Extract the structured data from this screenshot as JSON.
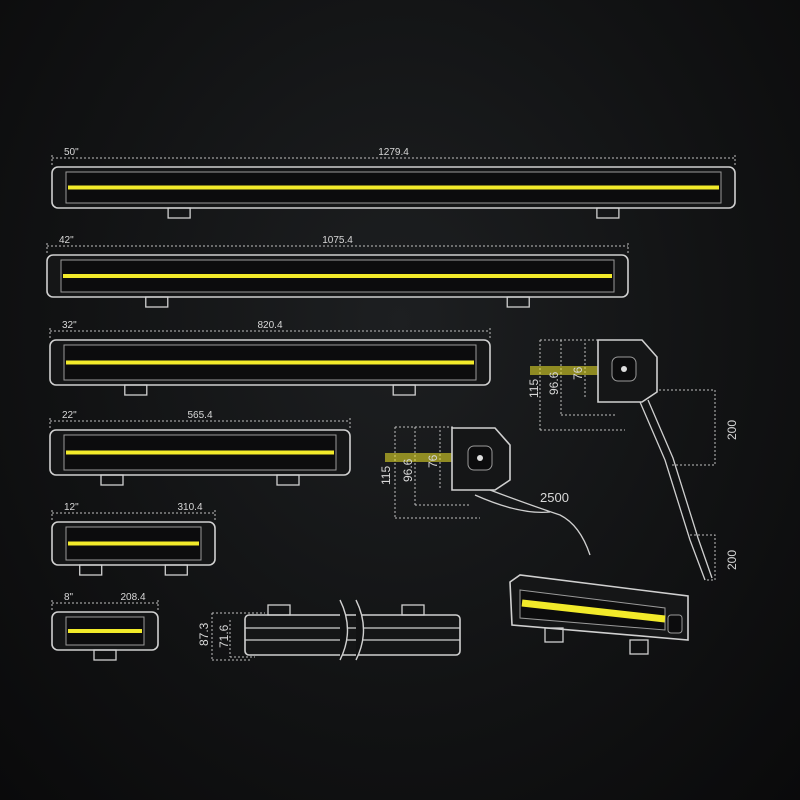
{
  "colors": {
    "background": "#111213",
    "led": "#f2ea2a",
    "outline": "#d0d0d0"
  },
  "bars": [
    {
      "size": "50\"",
      "length": "1279.4"
    },
    {
      "size": "42\"",
      "length": "1075.4"
    },
    {
      "size": "32\"",
      "length": "820.4"
    },
    {
      "size": "22\"",
      "length": "565.4"
    },
    {
      "size": "12\"",
      "length": "310.4"
    },
    {
      "size": "8\"",
      "length": "208.4"
    }
  ],
  "side_view": {
    "height_total": "87.3",
    "height_body": "71.6"
  },
  "end_view_1": {
    "h1": "115",
    "h2": "96.6",
    "h3": "76",
    "cable": "2500"
  },
  "end_view_2": {
    "h1": "115",
    "h2": "96.6",
    "h3": "76",
    "cable_1": "200",
    "cable_2": "200"
  }
}
